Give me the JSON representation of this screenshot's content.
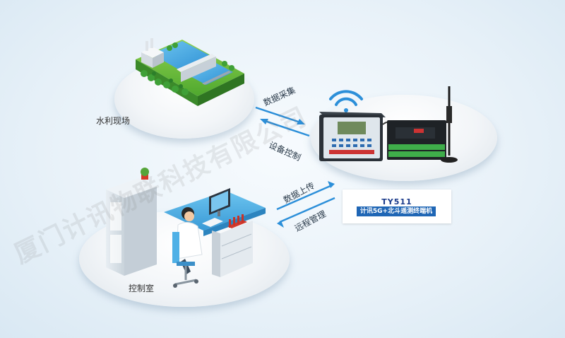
{
  "nodes": {
    "water_site": {
      "label": "水利现场"
    },
    "control_room": {
      "label": "控制室"
    }
  },
  "flows": {
    "data_collect": "数据采集",
    "device_control": "设备控制",
    "data_upload": "数据上传",
    "remote_manage": "远程管理"
  },
  "product": {
    "model": "TY511",
    "name": "计讯5G+北斗遥测终端机"
  },
  "watermark": "厦门计讯物联科技有限公司",
  "colors": {
    "accent": "#1f66b5",
    "arrow": "#2c8fd9"
  }
}
